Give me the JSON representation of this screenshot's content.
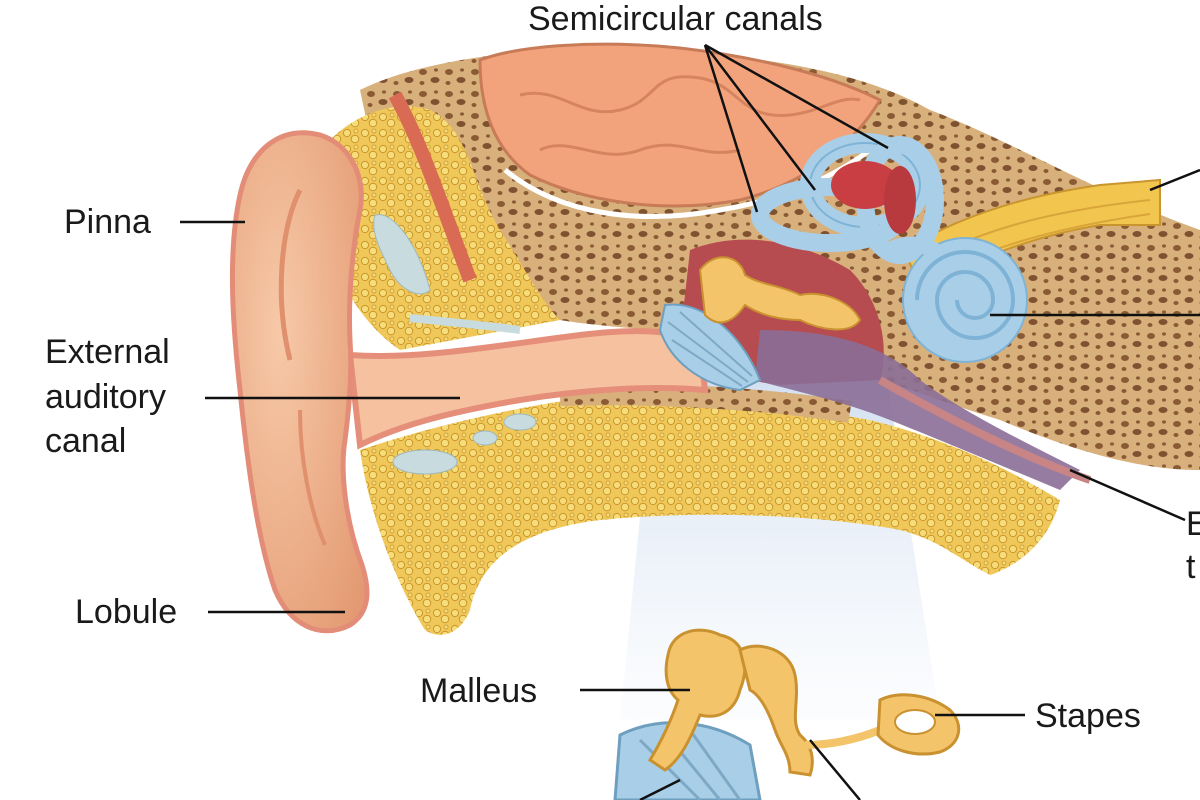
{
  "labels": {
    "semicircular_canals": "Semicircular canals",
    "pinna": "Pinna",
    "external_auditory_canal": [
      "External",
      "auditory",
      "canal"
    ],
    "lobule": "Lobule",
    "malleus": "Malleus",
    "stapes": "Stapes",
    "cut_right_top": "E",
    "cut_right_bottom": "t"
  },
  "colors": {
    "skin": "#f2b48e",
    "skin_dark": "#e59d78",
    "cartilage": "#f2cc62",
    "bone": "#d9b27c",
    "brain": "#f4a57e",
    "inner_ear": "#a9cfe8",
    "ossicle": "#f4c46a",
    "tube": "#c98585",
    "leader": "#111111"
  }
}
